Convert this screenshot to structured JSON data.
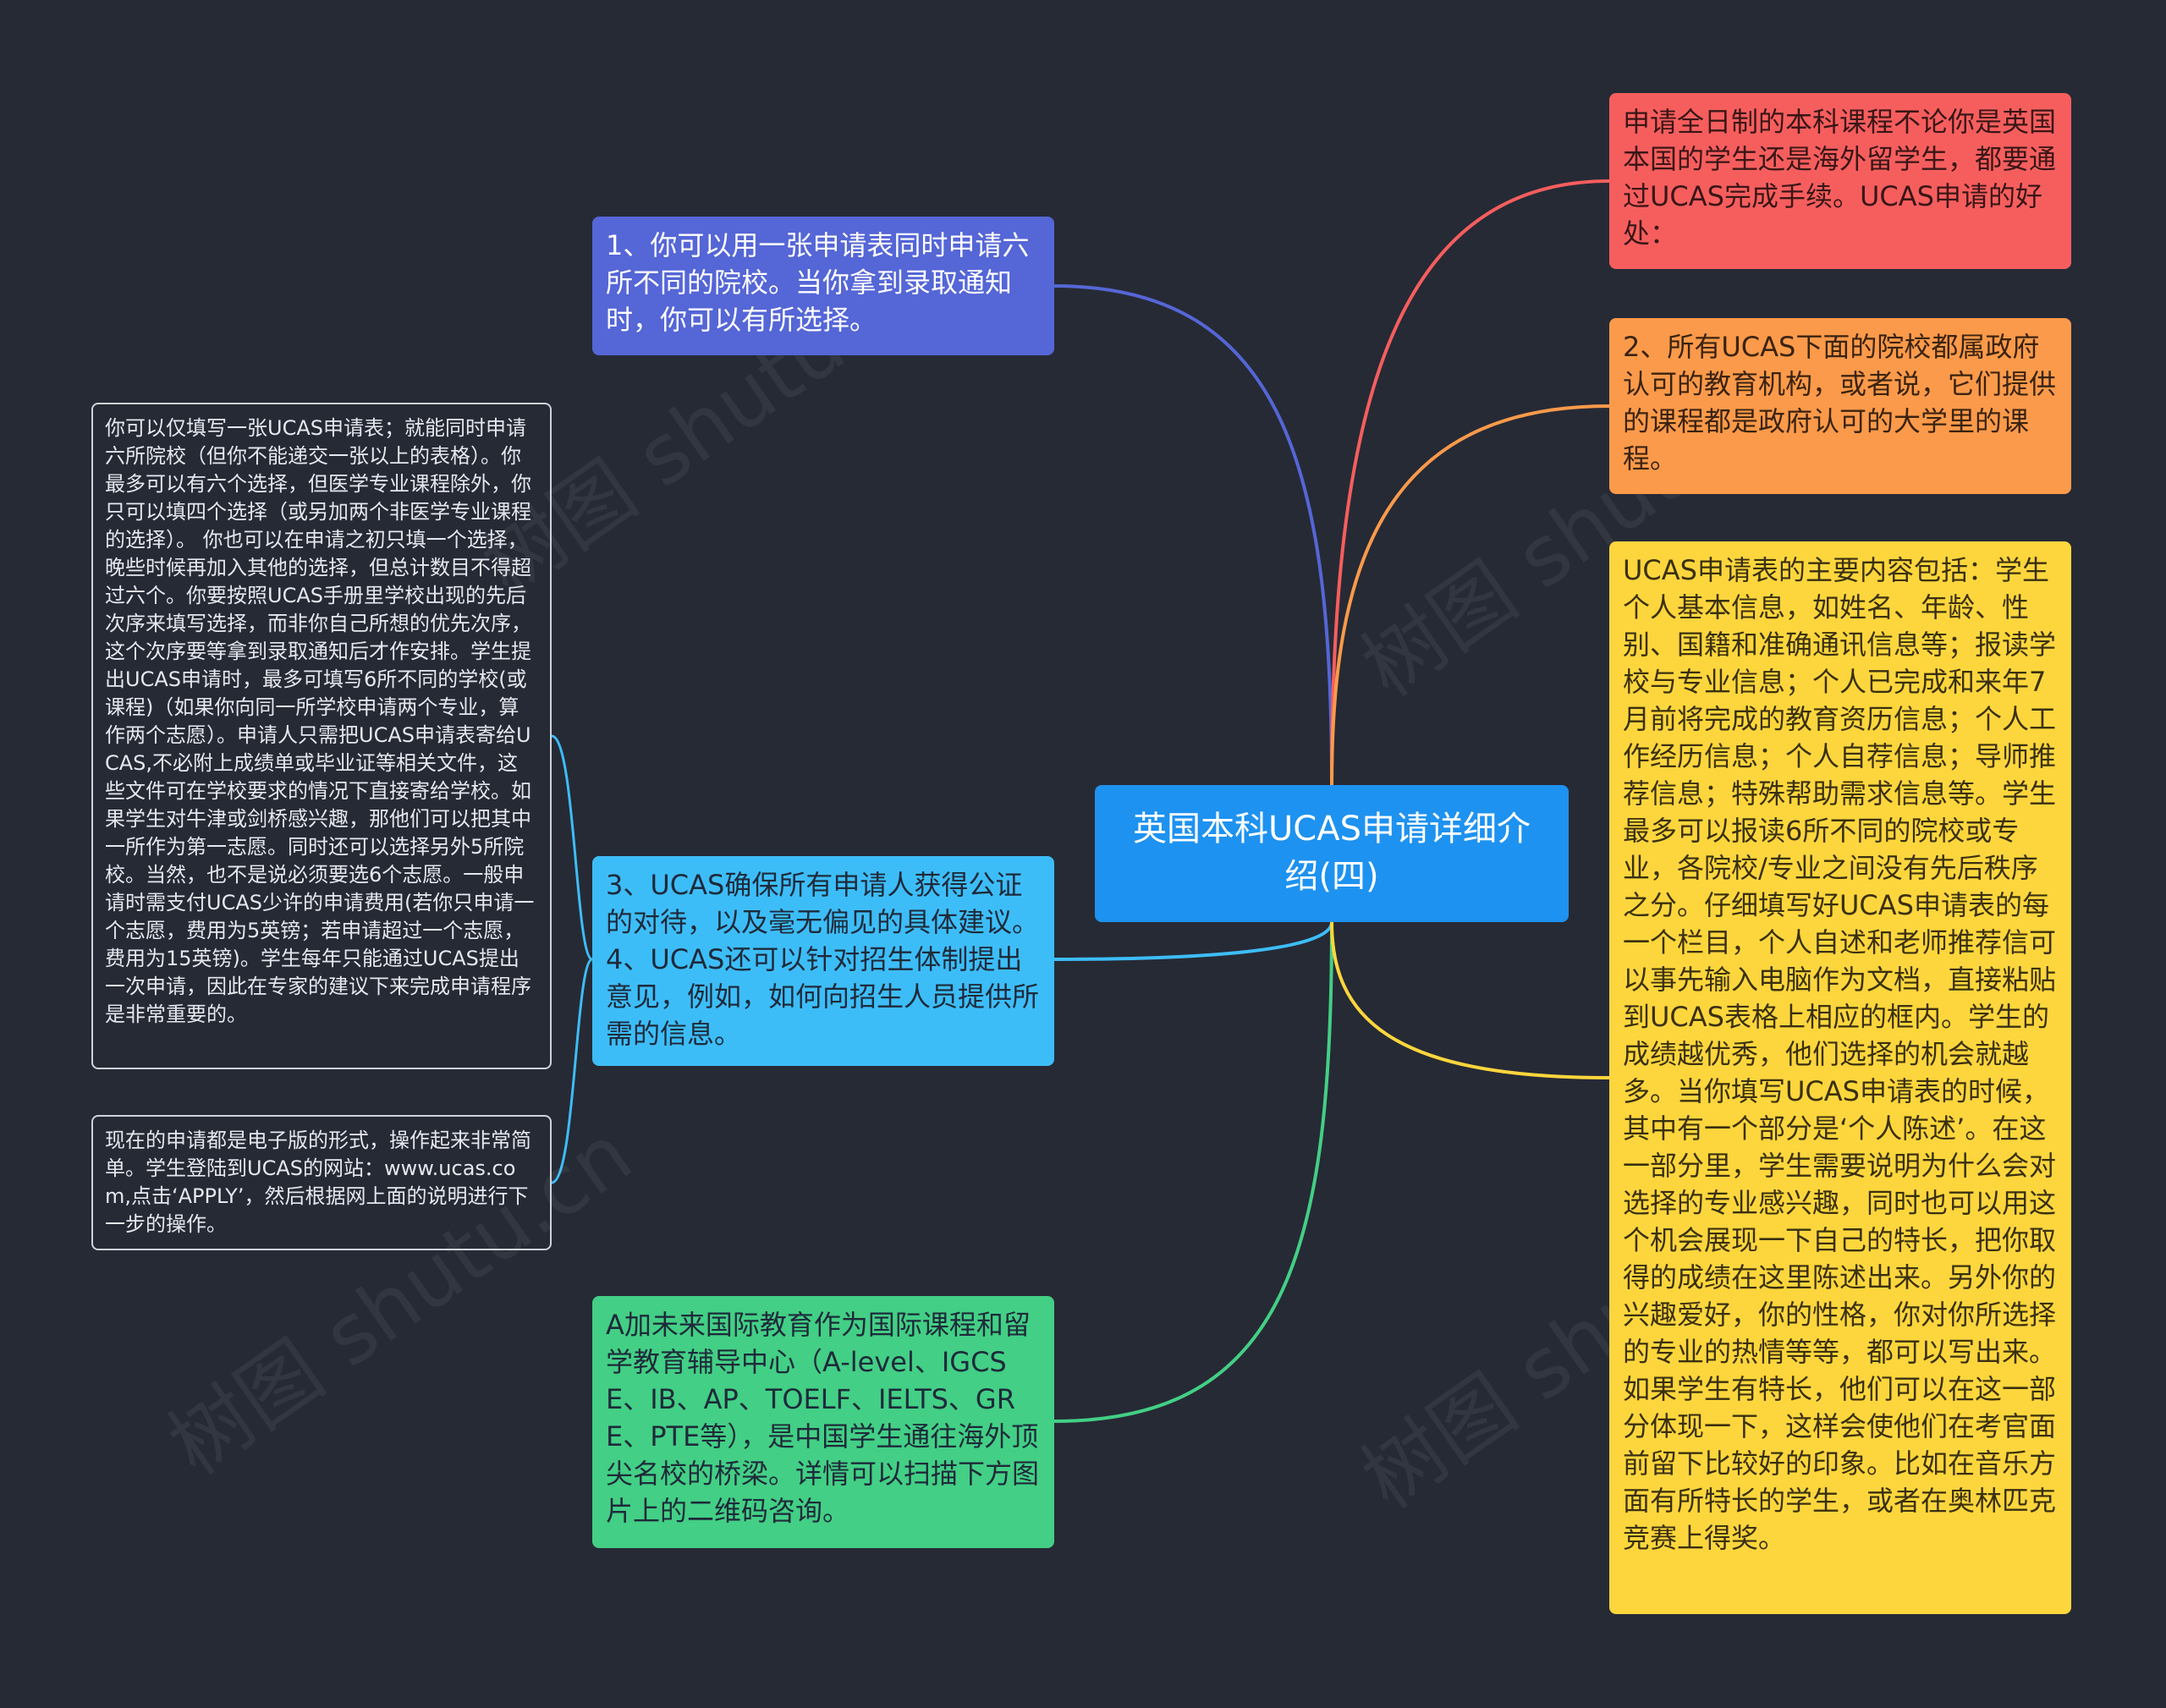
{
  "colors": {
    "background": "#262a35",
    "center": "#1e92f0",
    "left1": "#5566d6",
    "left2": "#3dbdf8",
    "left3": "#43cf85",
    "right1": "#f65e5e",
    "right2": "#fb9a4a",
    "right3": "#fdd63d",
    "sub_border": "#cfd2d8"
  },
  "center": {
    "text": "英国本科UCAS申请详细介绍(四)"
  },
  "nodes": {
    "left1": "1、你可以用一张申请表同时申请六所不同的院校。当你拿到录取通知时，你可以有所选择。",
    "left2": "3、UCAS确保所有申请人获得公证的对待，以及毫无偏见的具体建议。4、UCAS还可以针对招生体制提出意见，例如，如何向招生人员提供所需的信息。",
    "left3": "A加未来国际教育作为国际课程和留学教育辅导中心（A-level、IGCSE、IB、AP、TOELF、IELTS、GRE、PTE等），是中国学生通往海外顶尖名校的桥梁。详情可以扫描下方图片上的二维码咨询。",
    "right1": "申请全日制的本科课程不论你是英国本国的学生还是海外留学生，都要通过UCAS完成手续。UCAS申请的好处：",
    "right2": "2、所有UCAS下面的院校都属政府认可的教育机构，或者说，它们提供的课程都是政府认可的大学里的课程。",
    "right3": "UCAS申请表的主要内容包括：学生个人基本信息，如姓名、年龄、性别、国籍和准确通讯信息等；报读学校与专业信息；个人已完成和来年7月前将完成的教育资历信息；个人工作经历信息；个人自荐信息；导师推荐信息；特殊帮助需求信息等。学生最多可以报读6所不同的院校或专业，各院校/专业之间没有先后秩序之分。仔细填写好UCAS申请表的每一个栏目，个人自述和老师推荐信可以事先输入电脑作为文档，直接粘贴到UCAS表格上相应的框内。学生的成绩越优秀，他们选择的机会就越多。当你填写UCAS申请表的时候，其中有一个部分是‘个人陈述’。在这一部分里，学生需要说明为什么会对选择的专业感兴趣，同时也可以用这个机会展现一下自己的特长，把你取得的成绩在这里陈述出来。另外你的兴趣爱好，你的性格，你对你所选择的专业的热情等等，都可以写出来。如果学生有特长，他们可以在这一部分体现一下，这样会使他们在考官面前留下比较好的印象。比如在音乐方面有所特长的学生，或者在奥林匹克竞赛上得奖。",
    "sub1": "你可以仅填写一张UCAS申请表；就能同时申请六所院校（但你不能递交一张以上的表格）。你最多可以有六个选择，但医学专业课程除外，你只可以填四个选择（或另加两个非医学专业课程的选择）。 你也可以在申请之初只填一个选择，晚些时候再加入其他的选择，但总计数目不得超过六个。你要按照UCAS手册里学校出现的先后次序来填写选择，而非你自己所想的优先次序，这个次序要等拿到录取通知后才作安排。学生提出UCAS申请时，最多可填写6所不同的学校(或课程)（如果你向同一所学校申请两个专业，算作两个志愿）。申请人只需把UCAS申请表寄给UCAS,不必附上成绩单或毕业证等相关文件，这些文件可在学校要求的情况下直接寄给学校。如果学生对牛津或剑桥感兴趣，那他们可以把其中一所作为第一志愿。同时还可以选择另外5所院校。当然，也不是说必须要选6个志愿。一般申请时需支付UCAS少许的申请费用(若你只申请一个志愿，费用为5英镑；若申请超过一个志愿，费用为15英镑)。学生每年只能通过UCAS提出一次申请，因此在专家的建议下来完成申请程序是非常重要的。",
    "sub2": "现在的申请都是电子版的形式，操作起来非常简单。学生登陆到UCAS的网站：www.ucas.com,点击‘APPLY’，然后根据网上面的说明进行下一步的操作。"
  },
  "watermark": {
    "text": "树图 shutu.cn"
  }
}
